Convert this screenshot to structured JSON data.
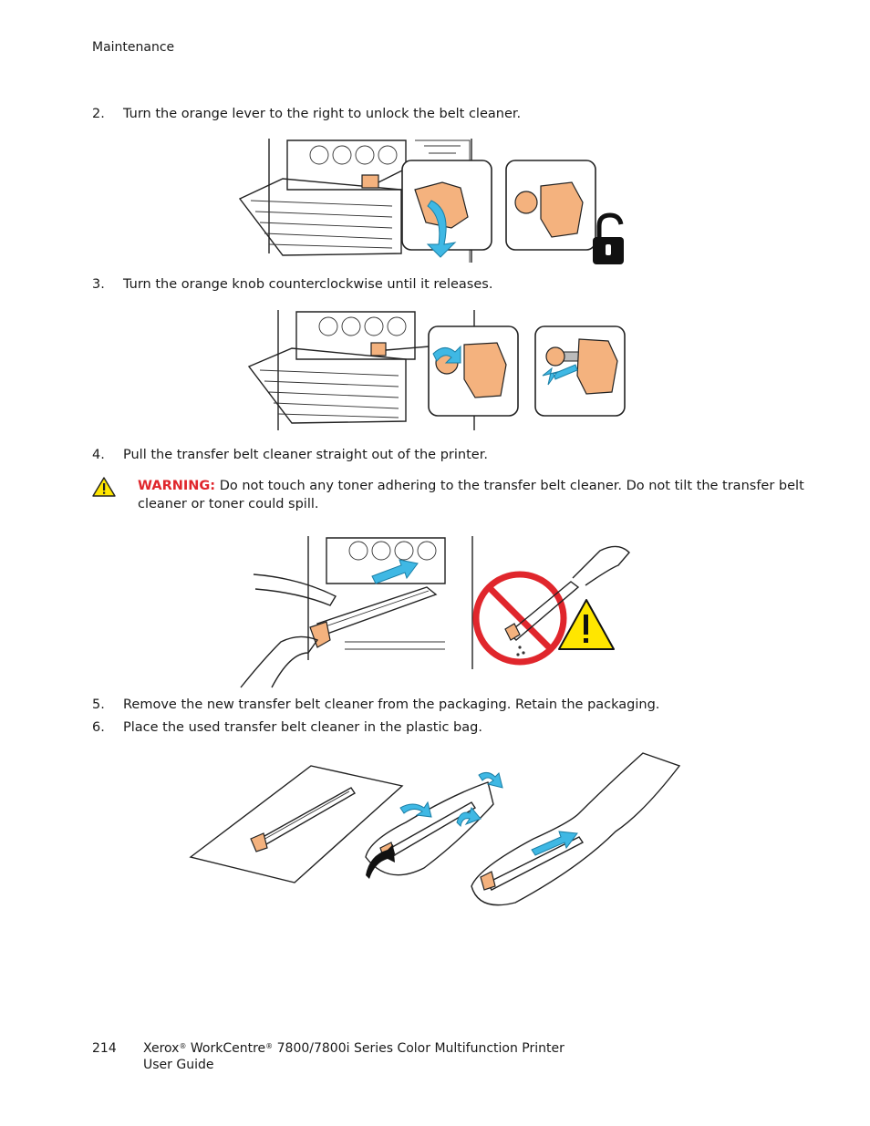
{
  "header": {
    "section": "Maintenance"
  },
  "steps": [
    {
      "num": "2.",
      "text": "Turn the orange lever to the right to unlock the belt cleaner."
    },
    {
      "num": "3.",
      "text": "Turn the orange knob counterclockwise until it releases."
    },
    {
      "num": "4.",
      "text": "Pull the transfer belt cleaner straight out of the printer."
    },
    {
      "num": "5.",
      "text": "Remove the new transfer belt cleaner from the packaging. Retain the packaging."
    },
    {
      "num": "6.",
      "text": "Place the used transfer belt cleaner in the plastic bag."
    }
  ],
  "warning": {
    "label": "WARNING:",
    "text": " Do not touch any toner adhering to the transfer belt cleaner. Do not tilt the transfer belt cleaner or toner could spill."
  },
  "footer": {
    "page_number": "214",
    "brand": "Xerox",
    "product": "WorkCentre",
    "model": "7800/7800i Series Color Multifunction Printer",
    "guide": "User Guide"
  },
  "colors": {
    "warning_red": "#e0262c",
    "arrow_cyan": "#3fb8e4",
    "part_orange": "#f4b27e",
    "caution_yellow": "#ffe600"
  }
}
